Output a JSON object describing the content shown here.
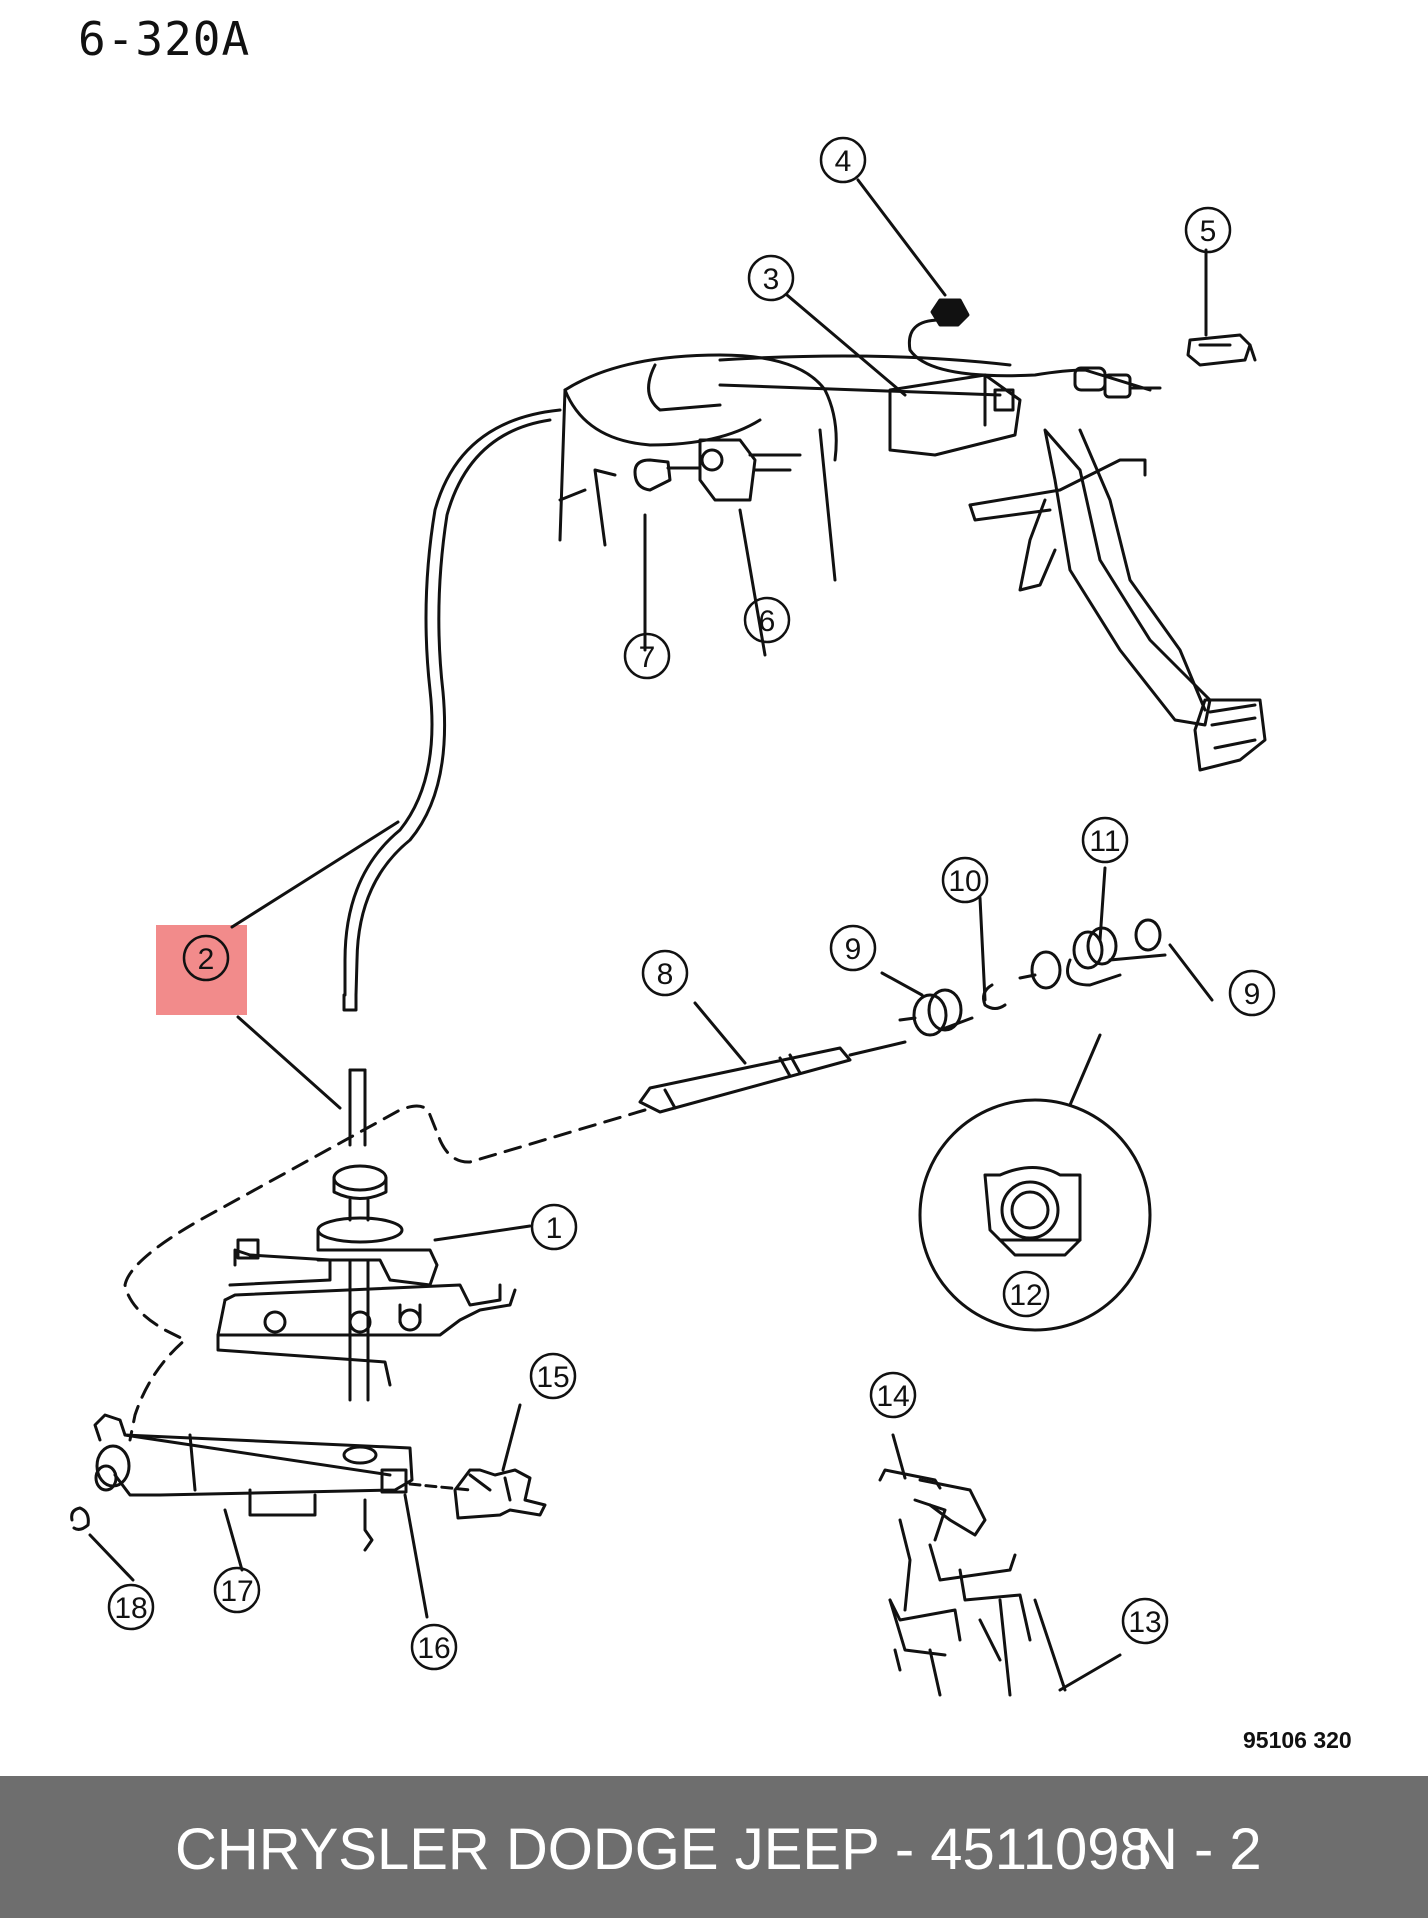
{
  "header": {
    "diagram_code": "6-320A"
  },
  "reference_code": "95106 320",
  "footer": {
    "part_info": "CHRYSLER DODGE JEEP - 4511098",
    "page": "N - 2"
  },
  "highlight": {
    "callout": "2",
    "color": "#f28b8b"
  },
  "callouts": {
    "c1": "1",
    "c2": "2",
    "c3": "3",
    "c4": "4",
    "c5": "5",
    "c6": "6",
    "c7": "7",
    "c8": "8",
    "c9a": "9",
    "c9b": "9",
    "c10": "10",
    "c11": "11",
    "c12": "12",
    "c13": "13",
    "c14": "14",
    "c15": "15",
    "c16": "16",
    "c17": "17",
    "c18": "18"
  }
}
